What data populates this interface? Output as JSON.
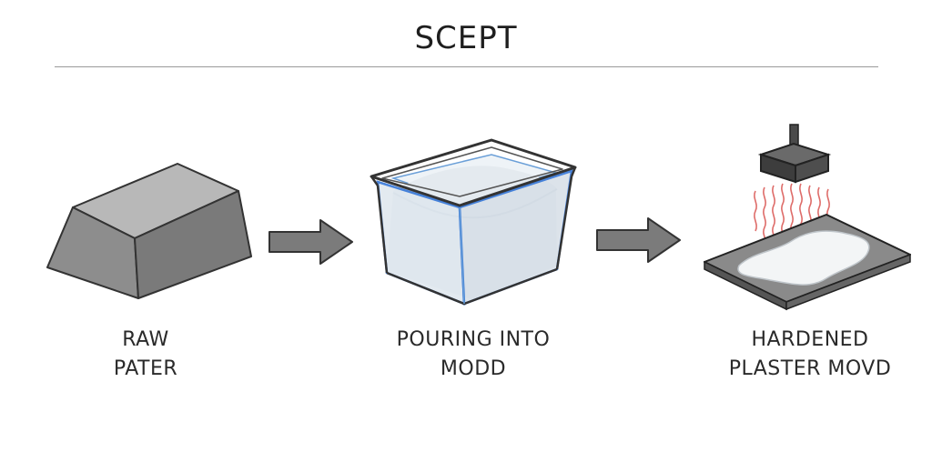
{
  "title": "SCEPT",
  "steps": [
    {
      "line1": "RAW",
      "line2": "PATER"
    },
    {
      "line1": "POURING INTO",
      "line2": "MODD"
    },
    {
      "line1": "HARDENED",
      "line2": "PLASTER MOVD"
    }
  ],
  "colors": {
    "block_front": "#8d8d8d",
    "block_top": "#b8b8b8",
    "block_side": "#6f6f6f",
    "arrow": "#7b7b7b",
    "mold_edge": "#2a6fd6",
    "mold_fill": "#dfe6ec",
    "plaster": "#f3f5f6",
    "slab": "#777777",
    "heat": "#d9534f",
    "outline": "#333333"
  }
}
